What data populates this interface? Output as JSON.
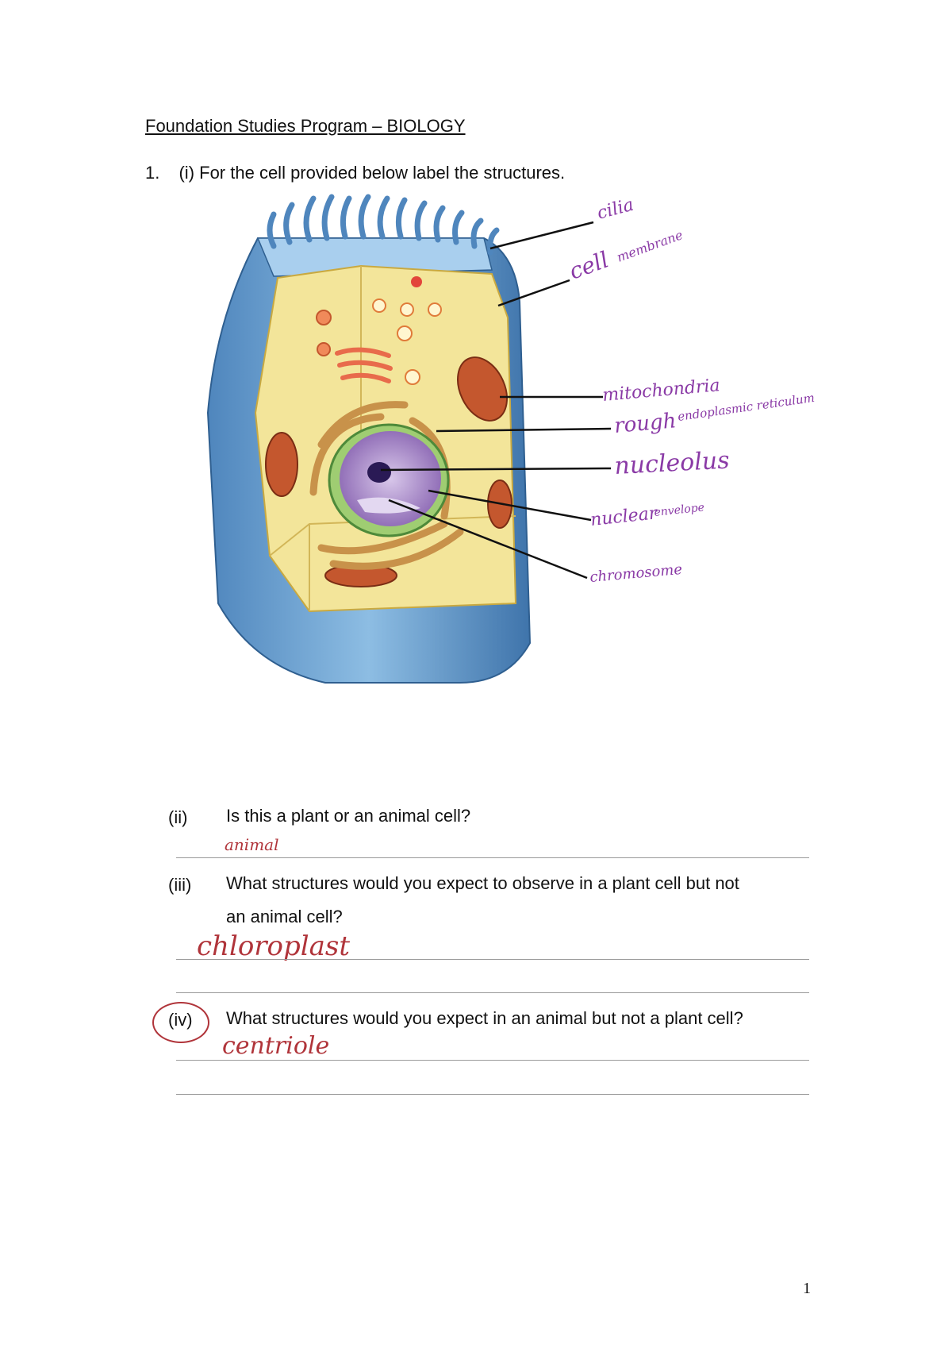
{
  "doc": {
    "heading": "Foundation Studies Program – BIOLOGY",
    "page_number": "1"
  },
  "q1": {
    "number": "1.",
    "part_i": "(i) For the cell provided below label the structures."
  },
  "labels": {
    "cilia": "cilia",
    "cell_membrane_1": "cell",
    "cell_membrane_2": "membrane",
    "mitochondria": "mitochondria",
    "rough_er_1": "rough",
    "rough_er_2": "endoplasmic reticulum",
    "nucleolus": "nucleolus",
    "nuclear_envelope_1": "nuclear",
    "nuclear_envelope_2": "envelope",
    "chromosome": "chromosome"
  },
  "questions": [
    {
      "num": "(ii)",
      "text": "Is this a plant or an animal cell?",
      "answer": "animal"
    },
    {
      "num": "(iii)",
      "text_line1": "What structures would you expect to observe in a plant cell but not",
      "text_line2": "an animal cell?",
      "answer": "chloroplast"
    },
    {
      "num": "(iv)",
      "text": "What structures would you expect in an animal but not a plant cell?",
      "answer": "centriole"
    }
  ],
  "colors": {
    "label_ink": "#8a3aa6",
    "answer_ink": "#b0343a",
    "cell_blue": "#7fb1dc",
    "cytoplasm": "#f3e59a",
    "nucleus": "#a98cc6"
  }
}
